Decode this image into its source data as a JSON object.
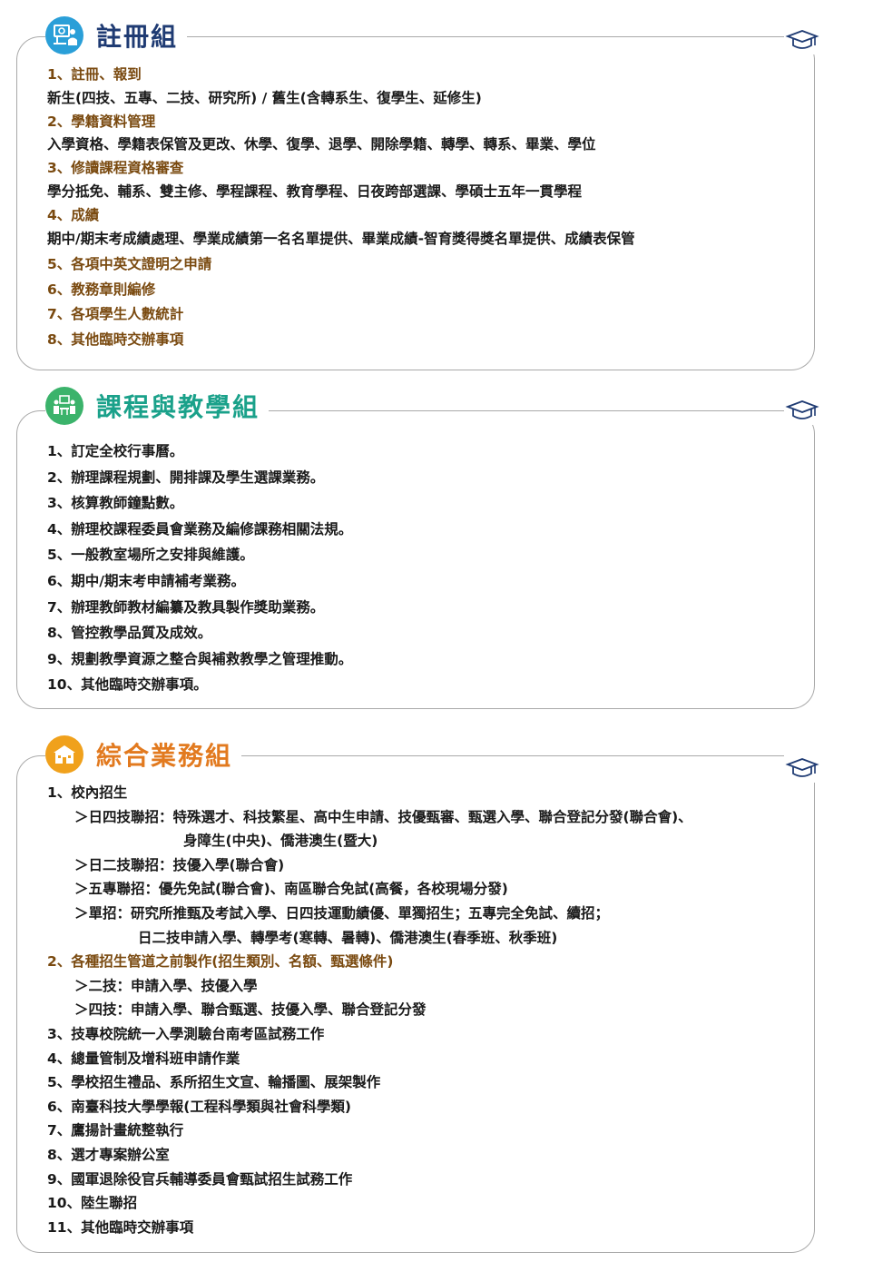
{
  "colors": {
    "reg": "#1f3b73",
    "course": "#1aa18a",
    "general": "#e27a1f",
    "heading": "#7a4a10",
    "regIcon": "#2a9fd8",
    "courseIcon": "#3bb36b",
    "generalIcon": "#f0a11c"
  },
  "registration": {
    "title": "註冊組",
    "icon": "presentation-icon",
    "items": [
      {
        "text": "1、註冊、報到",
        "type": "heading"
      },
      {
        "text": "新生(四技、五專、二技、研究所) / 舊生(含轉系生、復學生、延修生)",
        "type": "body"
      },
      {
        "text": "2、學籍資料管理",
        "type": "heading"
      },
      {
        "text": "入學資格、學籍表保管及更改、休學、復學、退學、開除學籍、轉學、轉系、畢業、學位",
        "type": "body"
      },
      {
        "text": "3、修讀課程資格審查",
        "type": "heading"
      },
      {
        "text": "學分抵免、輔系、雙主修、學程課程、教育學程、日夜跨部選課、學碩士五年一貫學程",
        "type": "body"
      },
      {
        "text": "4、成績",
        "type": "heading"
      },
      {
        "text": "期中/期末考成績處理、學業成績第一名名單提供、畢業成績-智育獎得獎名單提供、成績表保管",
        "type": "body"
      },
      {
        "text": "5、各項中英文證明之申請",
        "type": "heading"
      },
      {
        "text": "6、教務章則編修",
        "type": "heading"
      },
      {
        "text": "7、各項學生人數統計",
        "type": "heading"
      },
      {
        "text": "8、其他臨時交辦事項",
        "type": "heading"
      }
    ]
  },
  "course": {
    "title": "課程與教學組",
    "icon": "meeting-icon",
    "items": [
      "1、訂定全校行事曆。",
      "2、辦理課程規劃、開排課及學生選課業務。",
      "3、核算教師鐘點數。",
      "4、辦理校課程委員會業務及編修課務相關法規。",
      "5、一般教室場所之安排與維護。",
      "6、期中/期末考申請補考業務。",
      "7、辦理教師教材編纂及教具製作獎助業務。",
      "8、管控教學品質及成效。",
      "9、規劃教學資源之整合與補救教學之管理推動。",
      "10、其他臨時交辦事項。"
    ]
  },
  "general": {
    "title": "綜合業務組",
    "icon": "school-building-icon",
    "items": [
      {
        "text": "1、校內招生",
        "type": "heading-dark"
      },
      {
        "text": "＞日四技聯招：特殊選才、科技繁星、高中生申請、技優甄審、甄選入學、聯合登記分發(聯合會)、",
        "type": "sub"
      },
      {
        "text": "身障生(中央)、僑港澳生(暨大)",
        "type": "sub2"
      },
      {
        "text": "＞日二技聯招：技優入學(聯合會)",
        "type": "sub"
      },
      {
        "text": "＞五專聯招：優先免試(聯合會)、南區聯合免試(高餐，各校現場分發)",
        "type": "sub"
      },
      {
        "text": "＞單招：研究所推甄及考試入學、日四技運動績優、單獨招生；五專完全免試、續招；",
        "type": "sub"
      },
      {
        "text": "日二技申請入學、轉學考(寒轉、暑轉)、僑港澳生(春季班、秋季班)",
        "type": "sub3"
      },
      {
        "text": "2、各種招生管道之前製作(招生類別、名額、甄選條件)",
        "type": "heading"
      },
      {
        "text": "＞二技：申請入學、技優入學",
        "type": "sub"
      },
      {
        "text": "＞四技：申請入學、聯合甄選、技優入學、聯合登記分發",
        "type": "sub"
      },
      {
        "text": "3、技專校院統一入學測驗台南考區試務工作",
        "type": "body"
      },
      {
        "text": "4、總量管制及增科班申請作業",
        "type": "body"
      },
      {
        "text": "5、學校招生禮品、系所招生文宣、輪播圖、展架製作",
        "type": "body"
      },
      {
        "text": "6、南臺科技大學學報(工程科學類與社會科學類)",
        "type": "body"
      },
      {
        "text": "7、鷹揚計畫統整執行",
        "type": "body"
      },
      {
        "text": "8、選才專案辦公室",
        "type": "body"
      },
      {
        "text": "9、國軍退除役官兵輔導委員會甄試招生試務工作",
        "type": "body"
      },
      {
        "text": "10、陸生聯招",
        "type": "body"
      },
      {
        "text": "11、其他臨時交辦事項",
        "type": "body"
      }
    ]
  }
}
